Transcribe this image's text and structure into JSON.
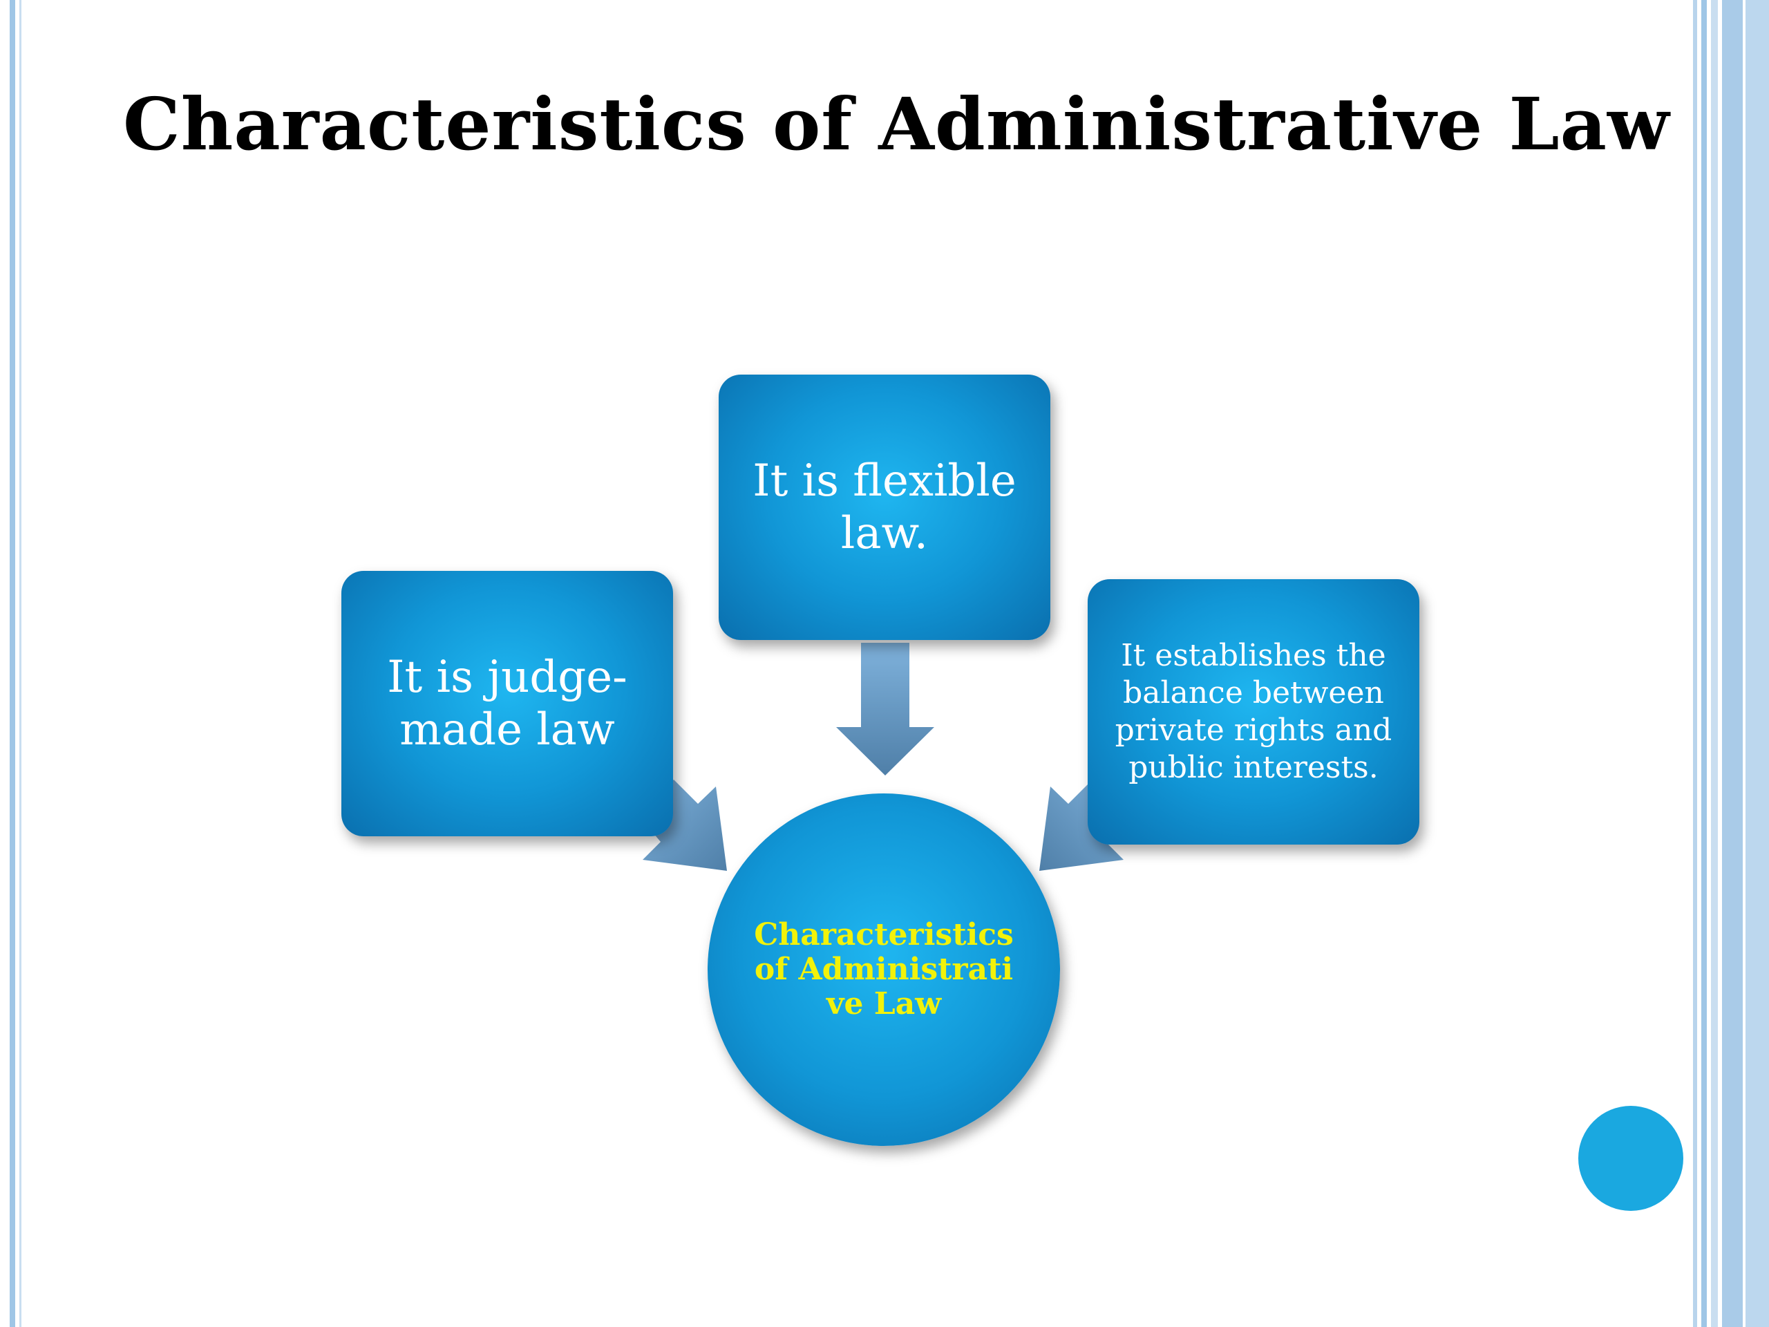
{
  "slide": {
    "title": "Characteristics of  Administrative Law"
  },
  "diagram": {
    "center_label": "Characteristics of Administrative Law",
    "nodes": [
      {
        "id": "left",
        "text": [
          "It is judge-",
          "made law"
        ]
      },
      {
        "id": "top",
        "text": [
          "It is flexible",
          "law."
        ]
      },
      {
        "id": "right",
        "text": [
          "It establishes the",
          "balance between",
          "private rights and",
          "public interests."
        ]
      }
    ]
  },
  "colors": {
    "node_fill": "#1196d6",
    "node_text": "#ffffff",
    "center_text": "#f2f20a",
    "arrow_fill": "#6fa3cf",
    "border_accent": "#9fc6e6",
    "corner_dot": "#1aa8e0"
  }
}
